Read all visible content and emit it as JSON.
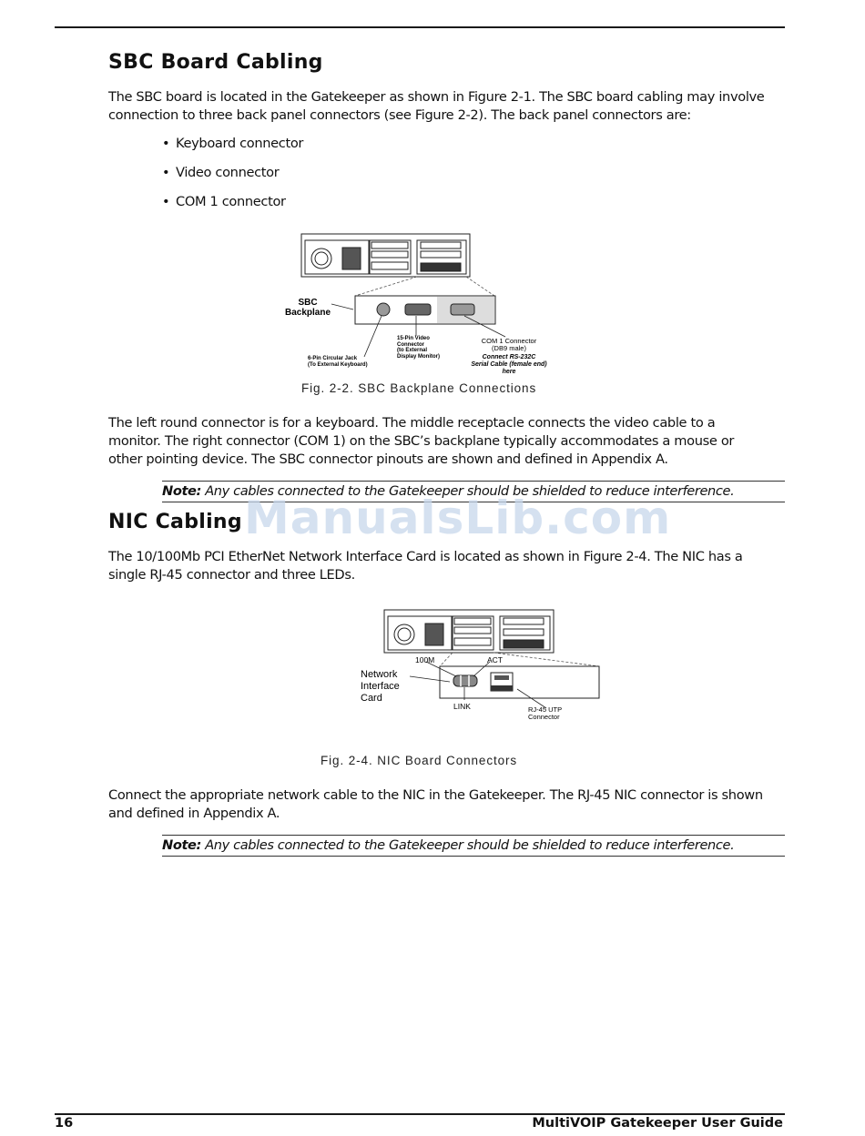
{
  "section1": {
    "heading": "SBC Board Cabling",
    "intro_line1": "The SBC board is located in the Gatekeeper as shown in Figure 2-1. The SBC board cabling may involve",
    "intro_line2": "connection to three back panel connectors (see Figure 2-2). The back panel connectors are:",
    "bullets": [
      "Keyboard connector",
      "Video connector",
      "COM 1 connector"
    ],
    "figure": {
      "caption": "Fig. 2-2. SBC Backplane Connections",
      "label_backplane_1": "SBC",
      "label_backplane_2": "Backplane",
      "label_keyboard_1": "6-Pin Circular Jack",
      "label_keyboard_2": "(To External Keyboard)",
      "label_video_1": "15-Pin Video",
      "label_video_2": "Connector",
      "label_video_3": "(to External",
      "label_video_4": "Display Monitor)",
      "label_com_1": "COM 1 Connector",
      "label_com_2": "(DB9 male)",
      "label_com_3": "Connect RS-232C",
      "label_com_4": "Serial Cable (female end)",
      "label_com_5": "here"
    },
    "body_line1": "The left round connector is for a keyboard. The middle receptacle connects the video cable to a",
    "body_line2": "monitor. The right connector (COM 1) on the SBC’s backplane typically accommodates a mouse or",
    "body_line3": "other pointing device. The SBC connector pinouts are shown and defined in Appendix A.",
    "note_label": "Note:",
    "note_text": " Any cables connected to the Gatekeeper should be shielded to reduce interference."
  },
  "watermark": "ManualsLib.com",
  "section2": {
    "heading": "NIC Cabling",
    "intro_line1": "The 10/100Mb PCI EtherNet Network Interface Card is located as shown in Figure 2-4. The NIC has a",
    "intro_line2": "single RJ-45 connector and three LEDs.",
    "figure": {
      "caption": "Fig. 2-4. NIC Board Connectors",
      "label_100m": "100M",
      "label_act": "ACT",
      "label_nic_1": "Network",
      "label_nic_2": "Interface",
      "label_nic_3": "Card",
      "label_link": "LINK",
      "label_rj45_1": "RJ-45 UTP",
      "label_rj45_2": "Connector"
    },
    "body_line1": "Connect the appropriate network cable to the NIC in the Gatekeeper. The RJ-45 NIC connector is shown",
    "body_line2": "and defined in Appendix A.",
    "note_label": "Note:",
    "note_text": " Any cables connected to the Gatekeeper should be shielded to reduce interference."
  },
  "footer": {
    "page_number": "16",
    "guide_title": "MultiVOIP Gatekeeper User Guide"
  }
}
